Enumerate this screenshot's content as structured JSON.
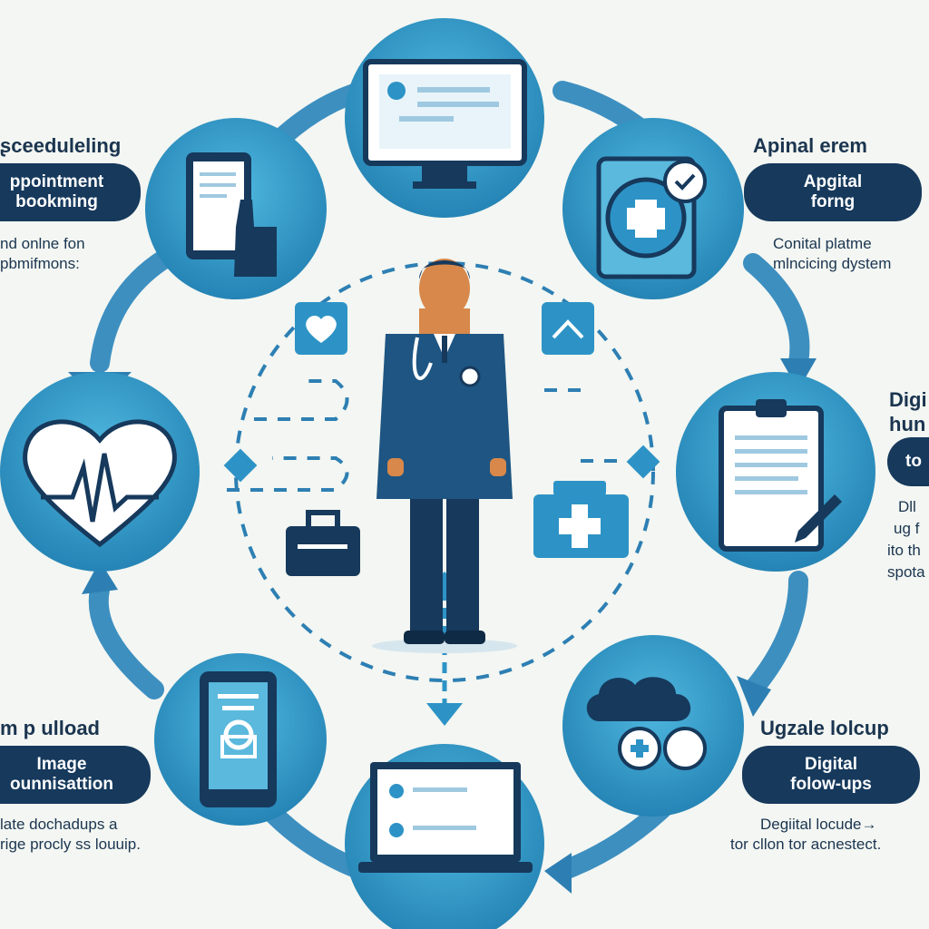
{
  "colors": {
    "background": "#f3f6f2",
    "navy": "#16395c",
    "blue": "#2d88b8",
    "light_blue": "#4fb3d9",
    "pill": "#16395c"
  },
  "left_top": {
    "title": "ʂceeduleling",
    "pill_line1": "ppointment",
    "pill_line2": "bookming",
    "desc_line1": "nd onlne fon",
    "desc_line2": "pbmifmons:"
  },
  "right_top": {
    "title": "Apinal erem",
    "pill_line1": "Apgital",
    "pill_line2": "forng",
    "desc_line1": "Conital platme",
    "desc_line2": "mlncicing dystem"
  },
  "right_mid": {
    "title_line1": "Digi",
    "title_line2": "hun",
    "pill_text": "to",
    "desc_line1": "Dll",
    "desc_line2": "ug f",
    "desc_line3": "ito th",
    "desc_line4": "spota"
  },
  "left_bottom": {
    "title": "m p ulload",
    "pill_line1": "Image",
    "pill_line2": "ounnisattion",
    "desc_line1": "late dochadups a",
    "desc_line2": "rige procly ѕs louuip."
  },
  "right_bottom": {
    "title": "Ugzale lolcup",
    "pill_line1": "Digital",
    "pill_line2": "folow-ups",
    "desc_line1": "Degiital locude→",
    "desc_line2": "tor cllon tor acnestect."
  },
  "icons": [
    "monitor-profile-icon",
    "tablet-hand-icon",
    "medical-cross-check-icon",
    "heartbeat-icon",
    "clipboard-pen-icon",
    "phone-upload-icon",
    "laptop-records-icon",
    "cloud-sync-icon",
    "doctor-figure",
    "heart-chat-icon",
    "medical-bag-icon",
    "first-aid-kit-icon",
    "signal-chat-icon"
  ]
}
